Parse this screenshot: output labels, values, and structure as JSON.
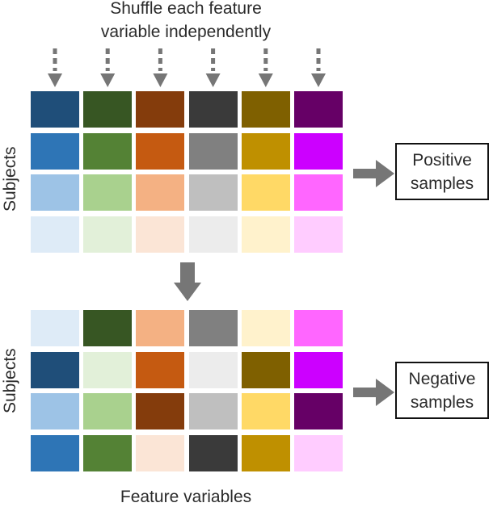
{
  "title": {
    "line1": "Shuffle each feature",
    "line2": "variable independently"
  },
  "axis": {
    "ylabel_top": "Subjects",
    "ylabel_bottom": "Subjects",
    "xlabel": "Feature variables"
  },
  "outputs": {
    "positive": [
      "Positive",
      "samples"
    ],
    "negative": [
      "Negative",
      "samples"
    ]
  },
  "colors": {
    "arrow": "#767676",
    "box_border": "#111111",
    "cells_original": [
      [
        "#1f4e79",
        "#375623",
        "#843c0c",
        "#3a3a3a",
        "#7f6000",
        "#660066"
      ],
      [
        "#2e75b6",
        "#548235",
        "#c55a11",
        "#808080",
        "#bf9000",
        "#cc00ff"
      ],
      [
        "#9dc3e6",
        "#a9d18e",
        "#f4b183",
        "#bfbfbf",
        "#ffd966",
        "#ff66ff"
      ],
      [
        "#deebf7",
        "#e2f0d9",
        "#fbe5d6",
        "#ececec",
        "#fff2cc",
        "#ffccff"
      ]
    ],
    "cells_shuffled": [
      [
        "#deebf7",
        "#375623",
        "#f4b183",
        "#808080",
        "#fff2cc",
        "#ff66ff"
      ],
      [
        "#1f4e79",
        "#e2f0d9",
        "#c55a11",
        "#ececec",
        "#7f6000",
        "#cc00ff"
      ],
      [
        "#9dc3e6",
        "#a9d18e",
        "#843c0c",
        "#bfbfbf",
        "#ffd966",
        "#660066"
      ],
      [
        "#2e75b6",
        "#548235",
        "#fbe5d6",
        "#3a3a3a",
        "#bf9000",
        "#ffccff"
      ]
    ]
  }
}
